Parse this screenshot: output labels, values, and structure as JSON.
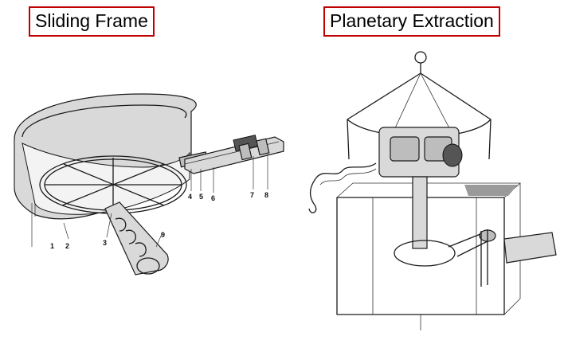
{
  "panels": [
    {
      "title": "Sliding Frame",
      "part_labels": [
        "1",
        "2",
        "3",
        "4",
        "5",
        "6",
        "7",
        "8",
        "9"
      ]
    },
    {
      "title": "Planetary Extraction"
    }
  ]
}
